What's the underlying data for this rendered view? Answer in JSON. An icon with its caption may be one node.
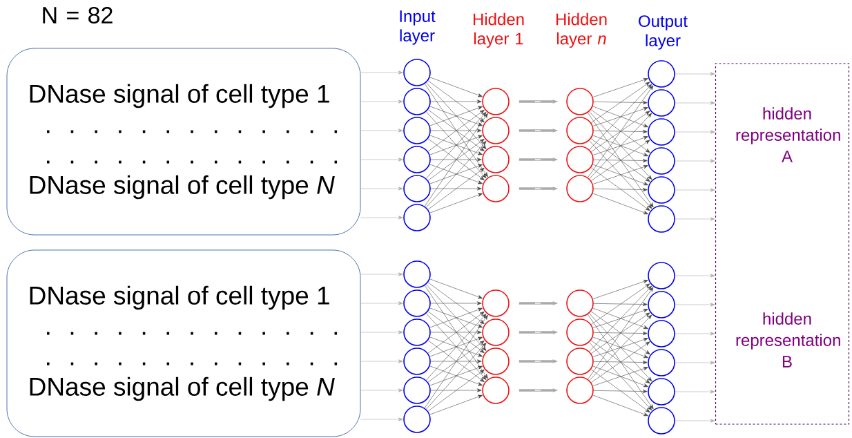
{
  "diagram": {
    "nodes": [
      {
        "text": [
          "DNase signal of cell type 1",
          ". . . . . . . . . . . . .",
          ". . . . . . . . . . . . .",
          "DNase signal of cell type *N*"
        ]
      },
      {
        "text": [],
        "shape": "circle"
      },
      {
        "text": [],
        "shape": "circle"
      },
      {
        "text": [],
        "shape": "circle"
      },
      {
        "text": [],
        "shape": "circle"
      },
      {
        "text": [],
        "shape": "circle"
      },
      {
        "text": [],
        "shape": "circle"
      },
      {
        "text": [],
        "shape": "circle"
      },
      {
        "text": [],
        "shape": "circle"
      },
      {
        "text": [],
        "shape": "circle"
      },
      {
        "text": [],
        "shape": "circle"
      },
      {
        "text": [],
        "shape": "circle"
      },
      {
        "text": [],
        "shape": "circle"
      },
      {
        "text": [],
        "shape": "circle"
      },
      {
        "text": [],
        "shape": "circle"
      },
      {
        "text": [],
        "shape": "circle"
      },
      {
        "text": [],
        "shape": "circle"
      },
      {
        "text": [],
        "shape": "circle"
      },
      {
        "text": [],
        "shape": "circle"
      },
      {
        "text": [],
        "shape": "circle"
      },
      {
        "text": [],
        "shape": "circle"
      },
      {
        "text": [
          "DNase signal of cell type 1",
          ". . . . . . . . . . . . .",
          ". . . . . . . . . . . . .",
          "DNase signal of cell type *N*"
        ]
      },
      {
        "text": [],
        "shape": "circle"
      },
      {
        "text": [],
        "shape": "circle"
      },
      {
        "text": [],
        "shape": "circle"
      },
      {
        "text": [],
        "shape": "circle"
      },
      {
        "text": [],
        "shape": "circle"
      },
      {
        "text": [],
        "shape": "circle"
      },
      {
        "text": [],
        "shape": "circle"
      },
      {
        "text": [],
        "shape": "circle"
      },
      {
        "text": [],
        "shape": "circle"
      },
      {
        "text": [],
        "shape": "circle"
      },
      {
        "text": [],
        "shape": "circle"
      },
      {
        "text": [],
        "shape": "circle"
      },
      {
        "text": [],
        "shape": "circle"
      },
      {
        "text": [],
        "shape": "circle"
      },
      {
        "text": [],
        "shape": "circle"
      },
      {
        "text": [],
        "shape": "circle"
      },
      {
        "text": [],
        "shape": "circle"
      },
      {
        "text": [],
        "shape": "circle"
      },
      {
        "text": [],
        "shape": "circle"
      },
      {
        "text": [],
        "shape": "circle"
      },
      {
        "text": [
          "hidden representation A",
          "hidden representation B"
        ]
      }
    ],
    "edges": [
      {
        "from": 0,
        "to": 1,
        "arrow": "to",
        "color": "#aaaaaa"
      },
      {
        "from": 0,
        "to": 2,
        "arrow": "to",
        "color": "#aaaaaa"
      },
      {
        "from": 0,
        "to": 3,
        "arrow": "to",
        "color": "#aaaaaa"
      },
      {
        "from": 0,
        "to": 4,
        "arrow": "to",
        "color": "#aaaaaa"
      },
      {
        "from": 0,
        "to": 5,
        "arrow": "to",
        "color": "#aaaaaa"
      },
      {
        "from": 0,
        "to": 6,
        "arrow": "to",
        "color": "#aaaaaa"
      },
      {
        "from": 1,
        "to": 7,
        "arrow": "to"
      },
      {
        "from": 1,
        "to": 8,
        "arrow": "to"
      },
      {
        "from": 1,
        "to": 9,
        "arrow": "to"
      },
      {
        "from": 1,
        "to": 10,
        "arrow": "to"
      },
      {
        "from": 2,
        "to": 7,
        "arrow": "to"
      },
      {
        "from": 2,
        "to": 8,
        "arrow": "to"
      },
      {
        "from": 2,
        "to": 9,
        "arrow": "to"
      },
      {
        "from": 2,
        "to": 10,
        "arrow": "to"
      },
      {
        "from": 3,
        "to": 7,
        "arrow": "to"
      },
      {
        "from": 3,
        "to": 8,
        "arrow": "to"
      },
      {
        "from": 3,
        "to": 9,
        "arrow": "to"
      },
      {
        "from": 3,
        "to": 10,
        "arrow": "to"
      },
      {
        "from": 4,
        "to": 7,
        "arrow": "to"
      },
      {
        "from": 4,
        "to": 8,
        "arrow": "to"
      },
      {
        "from": 4,
        "to": 9,
        "arrow": "to"
      },
      {
        "from": 4,
        "to": 10,
        "arrow": "to"
      },
      {
        "from": 5,
        "to": 7,
        "arrow": "to"
      },
      {
        "from": 5,
        "to": 8,
        "arrow": "to"
      },
      {
        "from": 5,
        "to": 9,
        "arrow": "to"
      },
      {
        "from": 5,
        "to": 10,
        "arrow": "to"
      },
      {
        "from": 6,
        "to": 7,
        "arrow": "to"
      },
      {
        "from": 6,
        "to": 8,
        "arrow": "to"
      },
      {
        "from": 6,
        "to": 9,
        "arrow": "to"
      },
      {
        "from": 6,
        "to": 10,
        "arrow": "to"
      },
      {
        "from": 7,
        "to": 11,
        "arrow": "to",
        "label": "...",
        "style": "thick",
        "color": "#aaaaaa"
      },
      {
        "from": 8,
        "to": 12,
        "arrow": "to",
        "label": "...",
        "style": "thick",
        "color": "#aaaaaa"
      },
      {
        "from": 9,
        "to": 13,
        "arrow": "to",
        "label": "...",
        "style": "thick",
        "color": "#aaaaaa"
      },
      {
        "from": 10,
        "to": 14,
        "arrow": "to",
        "label": "...",
        "style": "thick",
        "color": "#aaaaaa"
      },
      {
        "from": 11,
        "to": 15,
        "arrow": "to"
      },
      {
        "from": 11,
        "to": 16,
        "arrow": "to"
      },
      {
        "from": 11,
        "to": 17,
        "arrow": "to"
      },
      {
        "from": 11,
        "to": 18,
        "arrow": "to"
      },
      {
        "from": 11,
        "to": 19,
        "arrow": "to"
      },
      {
        "from": 11,
        "to": 20,
        "arrow": "to"
      },
      {
        "from": 12,
        "to": 15,
        "arrow": "to"
      },
      {
        "from": 12,
        "to": 16,
        "arrow": "to"
      },
      {
        "from": 12,
        "to": 17,
        "arrow": "to"
      },
      {
        "from": 12,
        "to": 18,
        "arrow": "to"
      },
      {
        "from": 12,
        "to": 19,
        "arrow": "to"
      },
      {
        "from": 12,
        "to": 20,
        "arrow": "to"
      },
      {
        "from": 13,
        "to": 15,
        "arrow": "to"
      },
      {
        "from": 13,
        "to": 16,
        "arrow": "to"
      },
      {
        "from": 13,
        "to": 17,
        "arrow": "to"
      },
      {
        "from": 13,
        "to": 18,
        "arrow": "to"
      },
      {
        "from": 13,
        "to": 19,
        "arrow": "to"
      },
      {
        "from": 13,
        "to": 20,
        "arrow": "to"
      },
      {
        "from": 14,
        "to": 15,
        "arrow": "to"
      },
      {
        "from": 14,
        "to": 16,
        "arrow": "to"
      },
      {
        "from": 14,
        "to": 17,
        "arrow": "to"
      },
      {
        "from": 14,
        "to": 18,
        "arrow": "to"
      },
      {
        "from": 14,
        "to": 19,
        "arrow": "to"
      },
      {
        "from": 14,
        "to": 20,
        "arrow": "to"
      },
      {
        "from": 15,
        "to": 42,
        "arrow": "to",
        "color": "#aaaaaa"
      },
      {
        "from": 16,
        "to": 42,
        "arrow": "to",
        "color": "#aaaaaa"
      },
      {
        "from": 17,
        "to": 42,
        "arrow": "to",
        "color": "#aaaaaa"
      },
      {
        "from": 18,
        "to": 42,
        "arrow": "to",
        "color": "#aaaaaa"
      },
      {
        "from": 19,
        "to": 42,
        "arrow": "to",
        "color": "#aaaaaa"
      },
      {
        "from": 20,
        "to": 42,
        "arrow": "to",
        "color": "#aaaaaa"
      },
      {
        "from": 21,
        "to": 22,
        "arrow": "to",
        "color": "#aaaaaa"
      },
      {
        "from": 21,
        "to": 23,
        "arrow": "to",
        "color": "#aaaaaa"
      },
      {
        "from": 21,
        "to": 24,
        "arrow": "to",
        "color": "#aaaaaa"
      },
      {
        "from": 21,
        "to": 25,
        "arrow": "to",
        "color": "#aaaaaa"
      },
      {
        "from": 21,
        "to": 26,
        "arrow": "to",
        "color": "#aaaaaa"
      },
      {
        "from": 21,
        "to": 27,
        "arrow": "to",
        "color": "#aaaaaa"
      },
      {
        "from": 22,
        "to": 28,
        "arrow": "to"
      },
      {
        "from": 22,
        "to": 29,
        "arrow": "to"
      },
      {
        "from": 22,
        "to": 30,
        "arrow": "to"
      },
      {
        "from": 22,
        "to": 31,
        "arrow": "to"
      },
      {
        "from": 23,
        "to": 28,
        "arrow": "to"
      },
      {
        "from": 23,
        "to": 29,
        "arrow": "to"
      },
      {
        "from": 23,
        "to": 30,
        "arrow": "to"
      },
      {
        "from": 23,
        "to": 31,
        "arrow": "to"
      },
      {
        "from": 24,
        "to": 28,
        "arrow": "to"
      },
      {
        "from": 24,
        "to": 29,
        "arrow": "to"
      },
      {
        "from": 24,
        "to": 30,
        "arrow": "to"
      },
      {
        "from": 24,
        "to": 31,
        "arrow": "to"
      },
      {
        "from": 25,
        "to": 28,
        "arrow": "to"
      },
      {
        "from": 25,
        "to": 29,
        "arrow": "to"
      },
      {
        "from": 25,
        "to": 30,
        "arrow": "to"
      },
      {
        "from": 25,
        "to": 31,
        "arrow": "to"
      },
      {
        "from": 26,
        "to": 28,
        "arrow": "to"
      },
      {
        "from": 26,
        "to": 29,
        "arrow": "to"
      },
      {
        "from": 26,
        "to": 30,
        "arrow": "to"
      },
      {
        "from": 26,
        "to": 31,
        "arrow": "to"
      },
      {
        "from": 27,
        "to": 28,
        "arrow": "to"
      },
      {
        "from": 27,
        "to": 29,
        "arrow": "to"
      },
      {
        "from": 27,
        "to": 30,
        "arrow": "to"
      },
      {
        "from": 27,
        "to": 31,
        "arrow": "to"
      },
      {
        "from": 28,
        "to": 32,
        "arrow": "to",
        "label": "...",
        "style": "thick",
        "color": "#aaaaaa"
      },
      {
        "from": 29,
        "to": 33,
        "arrow": "to",
        "label": "...",
        "style": "thick",
        "color": "#aaaaaa"
      },
      {
        "from": 30,
        "to": 34,
        "arrow": "to",
        "label": "...",
        "style": "thick",
        "color": "#aaaaaa"
      },
      {
        "from": 31,
        "to": 35,
        "arrow": "to",
        "label": "...",
        "style": "thick",
        "color": "#aaaaaa"
      },
      {
        "from": 32,
        "to": 36,
        "arrow": "to"
      },
      {
        "from": 32,
        "to": 37,
        "arrow": "to"
      },
      {
        "from": 32,
        "to": 38,
        "arrow": "to"
      },
      {
        "from": 32,
        "to": 39,
        "arrow": "to"
      },
      {
        "from": 32,
        "to": 40,
        "arrow": "to"
      },
      {
        "from": 32,
        "to": 41,
        "arrow": "to"
      },
      {
        "from": 33,
        "to": 36,
        "arrow": "to"
      },
      {
        "from": 33,
        "to": 37,
        "arrow": "to"
      },
      {
        "from": 33,
        "to": 38,
        "arrow": "to"
      },
      {
        "from": 33,
        "to": 39,
        "arrow": "to"
      },
      {
        "from": 33,
        "to": 40,
        "arrow": "to"
      },
      {
        "from": 33,
        "to": 41,
        "arrow": "to"
      },
      {
        "from": 34,
        "to": 36,
        "arrow": "to"
      },
      {
        "from": 34,
        "to": 37,
        "arrow": "to"
      },
      {
        "from": 34,
        "to": 38,
        "arrow": "to"
      },
      {
        "from": 34,
        "to": 39,
        "arrow": "to"
      },
      {
        "from": 34,
        "to": 40,
        "arrow": "to"
      },
      {
        "from": 34,
        "to": 41,
        "arrow": "to"
      },
      {
        "from": 35,
        "to": 36,
        "arrow": "to"
      },
      {
        "from": 35,
        "to": 37,
        "arrow": "to"
      },
      {
        "from": 35,
        "to": 38,
        "arrow": "to"
      },
      {
        "from": 35,
        "to": 39,
        "arrow": "to"
      },
      {
        "from": 35,
        "to": 40,
        "arrow": "to"
      },
      {
        "from": 35,
        "to": 41,
        "arrow": "to"
      },
      {
        "from": 36,
        "to": 42,
        "arrow": "to",
        "color": "#aaaaaa"
      },
      {
        "from": 37,
        "to": 42,
        "arrow": "to",
        "color": "#aaaaaa"
      },
      {
        "from": 38,
        "to": 42,
        "arrow": "to",
        "color": "#aaaaaa"
      },
      {
        "from": 39,
        "to": 42,
        "arrow": "to",
        "color": "#aaaaaa"
      },
      {
        "from": 40,
        "to": 42,
        "arrow": "to",
        "color": "#aaaaaa"
      },
      {
        "from": 41,
        "to": 42,
        "arrow": "to",
        "color": "#aaaaaa"
      }
    ],
    "labels": [
      "N = 82",
      "Input layer",
      "Hidden layer 1",
      "Hidden layer *n*",
      "Output layer"
    ]
  }
}
